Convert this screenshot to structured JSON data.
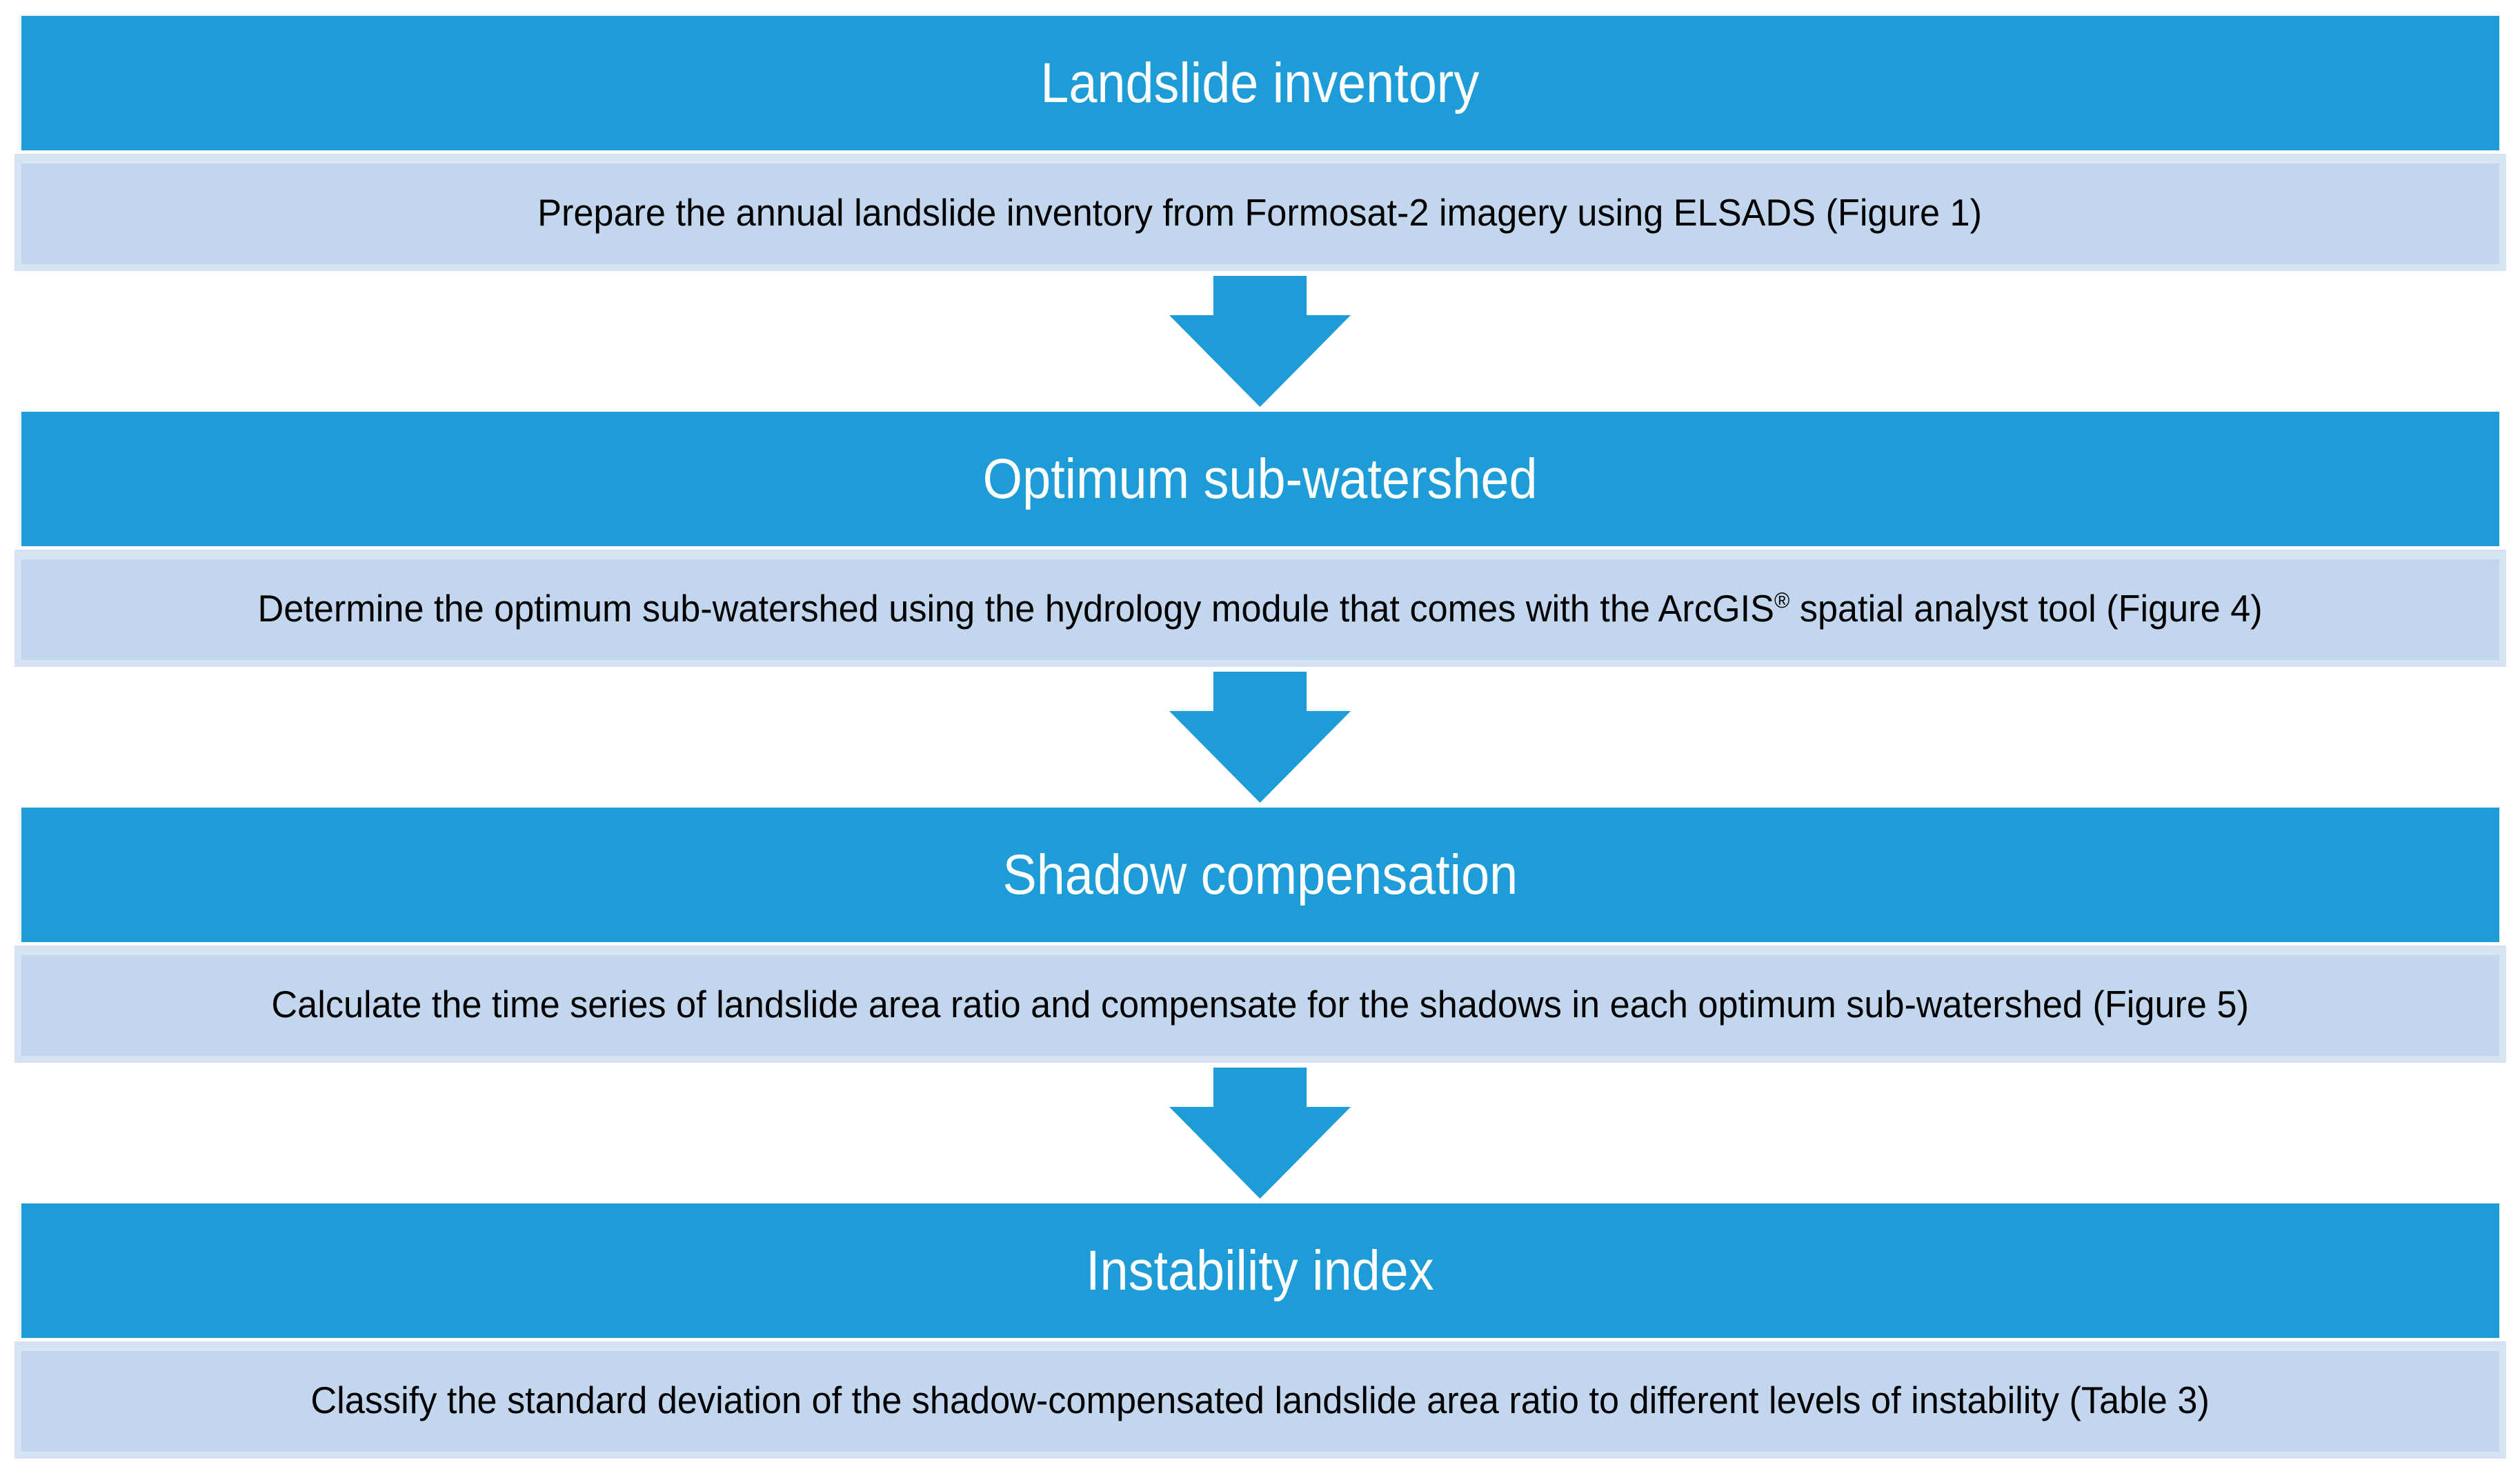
{
  "page": {
    "type": "flowchart",
    "background": "#FFFFFF"
  },
  "colors": {
    "header_blue": "#1E9CD7",
    "arrow_blue": "#1E9CD7",
    "body_fill": "#C2D7EE",
    "body_border": "#D6E3F3",
    "header_text": "#FFFFFF",
    "body_text": "#000000"
  },
  "flowchart": {
    "orientation": "vertical",
    "connector_icon": "down-block-arrow",
    "steps": [
      {
        "title": "Landslide inventory",
        "description": "Prepare the annual landslide inventory from Formosat-2 imagery using ELSADS (Figure 1)"
      },
      {
        "title": "Optimum sub-watershed",
        "description": "Determine the optimum sub-watershed using the hydrology module that comes with the ArcGIS® spatial analyst tool (Figure 4)",
        "desc_before": "Determine the optimum sub-watershed using the hydrology module that comes with the ArcGIS",
        "desc_sup": "®",
        "desc_after": " spatial analyst tool (Figure 4)"
      },
      {
        "title": "Shadow compensation",
        "description": "Calculate the time series of landslide area ratio and compensate for the shadows in each optimum sub-watershed (Figure 5)"
      },
      {
        "title": "Instability index",
        "description": "Classify the standard deviation of the shadow-compensated landslide area ratio to different levels of instability (Table 3)"
      }
    ]
  }
}
